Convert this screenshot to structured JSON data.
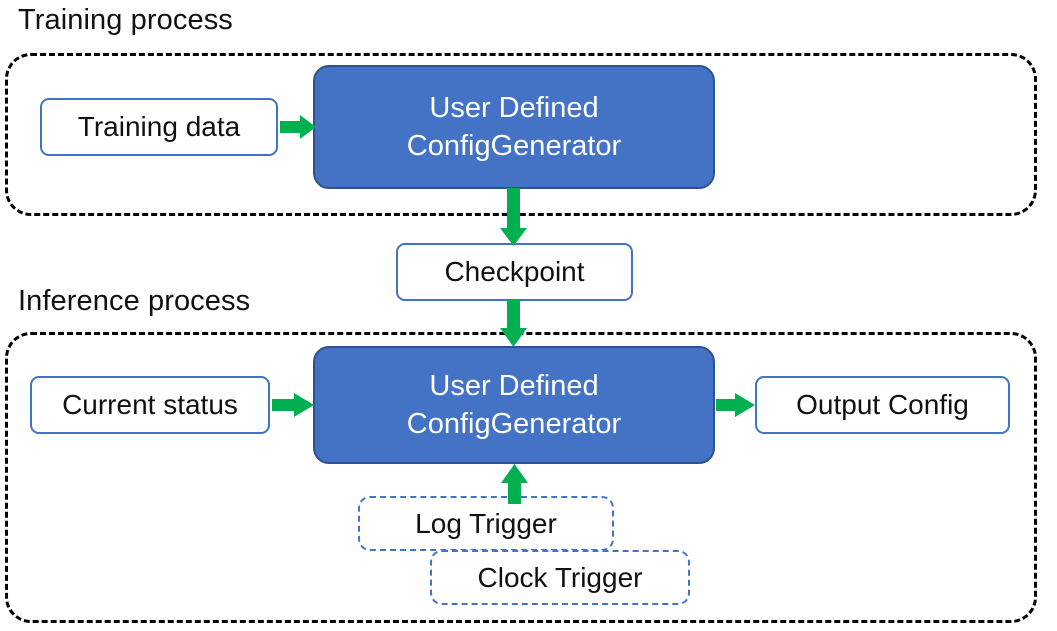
{
  "diagram": {
    "title_visible": false,
    "colors": {
      "process_fill": "#4472C4",
      "process_border": "#2F528F",
      "node_border": "#4472C4",
      "arrow": "#00B050",
      "container_border": "#000000",
      "trigger_border": "#4472C4",
      "text_dark": "#111111",
      "text_light": "#FFFFFF",
      "background": "#FFFFFF"
    },
    "sections": [
      {
        "id": "training",
        "label": "Training process"
      },
      {
        "id": "inference",
        "label": "Inference process"
      }
    ],
    "nodes": [
      {
        "id": "training-data",
        "label": "Training data",
        "type": "plain-box"
      },
      {
        "id": "training-config-generator",
        "label": "User Defined ConfigGenerator",
        "line1": "User Defined",
        "line2": "ConfigGenerator",
        "type": "process-box"
      },
      {
        "id": "checkpoint",
        "label": "Checkpoint",
        "type": "plain-box"
      },
      {
        "id": "current-status",
        "label": "Current status",
        "type": "plain-box"
      },
      {
        "id": "inference-config-generator",
        "label": "User Defined ConfigGenerator",
        "line1": "User Defined",
        "line2": "ConfigGenerator",
        "type": "process-box"
      },
      {
        "id": "output-config",
        "label": "Output Config",
        "type": "plain-box"
      },
      {
        "id": "log-trigger",
        "label": "Log Trigger",
        "type": "dashed-box"
      },
      {
        "id": "clock-trigger",
        "label": "Clock Trigger",
        "type": "dashed-box"
      }
    ],
    "edges": [
      {
        "id": "edge-training-data-to-generator",
        "from": "training-data",
        "to": "training-config-generator",
        "direction": "right"
      },
      {
        "id": "edge-generator-to-checkpoint",
        "from": "training-config-generator",
        "to": "checkpoint",
        "direction": "down"
      },
      {
        "id": "edge-checkpoint-to-inference-generator",
        "from": "checkpoint",
        "to": "inference-config-generator",
        "direction": "down"
      },
      {
        "id": "edge-current-status-to-generator",
        "from": "current-status",
        "to": "inference-config-generator",
        "direction": "right"
      },
      {
        "id": "edge-generator-to-output-config",
        "from": "inference-config-generator",
        "to": "output-config",
        "direction": "right"
      },
      {
        "id": "edge-triggers-to-generator",
        "from": "log-trigger",
        "to": "inference-config-generator",
        "direction": "up"
      }
    ]
  }
}
